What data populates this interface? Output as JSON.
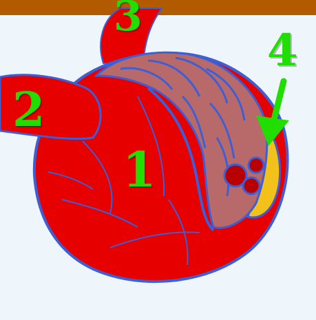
{
  "labels": {
    "one": "1",
    "two": "2",
    "three": "3",
    "four": "4"
  },
  "colors": {
    "background": "#eef6fb",
    "top_bar": "#b25a00",
    "label": "#22dd00",
    "arrow": "#22dd00",
    "artery": "#e60000",
    "artery_dark": "#b80000",
    "vessel_outline": "#3d5fd6",
    "capillary_loops": "#b86a6a",
    "capsule_space": "#f2c21b"
  }
}
